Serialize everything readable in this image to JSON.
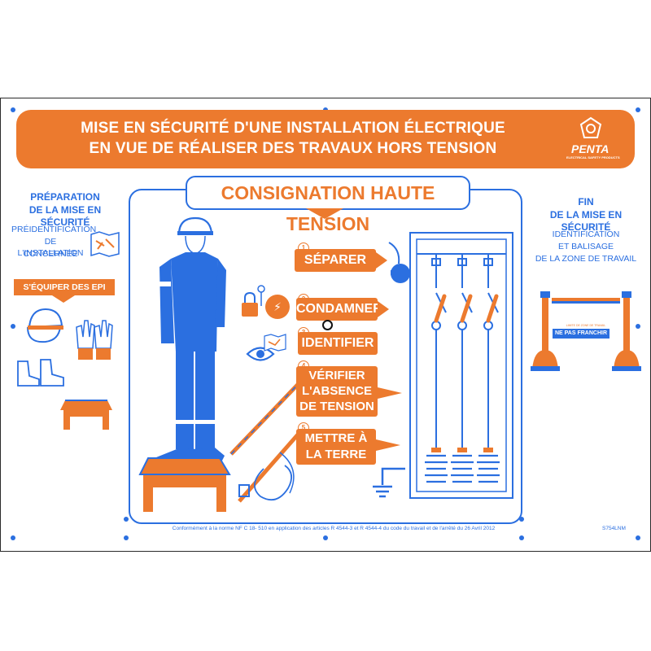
{
  "header": {
    "title_line1": "MISE EN SÉCURITÉ D'UNE INSTALLATION ÉLECTRIQUE",
    "title_line2": "EN VUE DE RÉALISER DES TRAVAUX HORS TENSION",
    "brand": "PENTA",
    "brand_tagline": "ELECTRICAL SAFETY PRODUCTS"
  },
  "subtitle": "CONSIGNATION HAUTE TENSION",
  "left": {
    "heading_line1": "PRÉPARATION",
    "heading_line2": "DE LA MISE EN SÉCURITÉ",
    "text_line1": "PRÉIDENTIFICATION",
    "text_line2": "DE L'INSTALLATION",
    "text_line3": "CONCERNÉE",
    "epi_label": "S'ÉQUIPER DES EPI"
  },
  "right": {
    "heading_line1": "FIN",
    "heading_line2": "DE LA MISE EN SÉCURITÉ",
    "text_line1": "IDENTIFICATION",
    "text_line2": "ET BALISAGE",
    "text_line3": "DE LA ZONE DE TRAVAIL",
    "barrier_top": "LIMITE DE ZONE DE TRAVAIL",
    "barrier_sign": "NE PAS FRANCHIR"
  },
  "steps": [
    {
      "num": "1",
      "label": "SÉPARER"
    },
    {
      "num": "2",
      "label": "CONDAMNER"
    },
    {
      "num": "3",
      "label": "IDENTIFIER"
    },
    {
      "num": "4",
      "label_line1": "VÉRIFIER",
      "label_line2": "L'ABSENCE",
      "label_line3": "DE TENSION"
    },
    {
      "num": "5",
      "label_line1": "METTRE À",
      "label_line2": "LA TERRE"
    }
  ],
  "footer": "Conformément à la norme NF C 18- 510 en application des articles R 4544-3 et R 4544-4 du code du travail et de l'arrêté du 26 Avril 2012",
  "reference": "S754LNM",
  "colors": {
    "orange": "#ec7a2e",
    "blue": "#2b6fe0"
  }
}
